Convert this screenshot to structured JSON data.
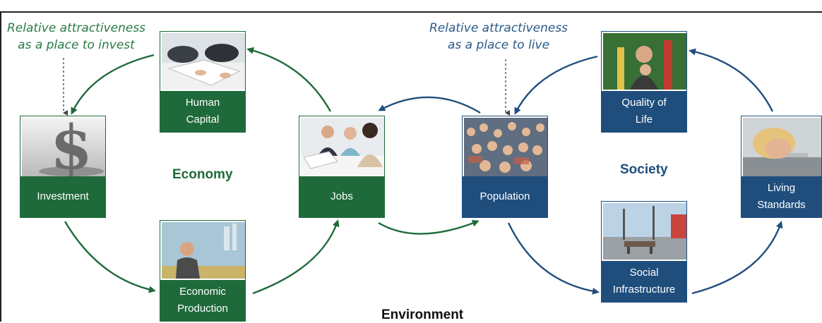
{
  "colors": {
    "economy": "#1f6a3a",
    "society": "#1f4e7d",
    "note_green": "#2a7a45",
    "note_blue": "#2a5a87"
  },
  "annotations": {
    "invest": "Relative attractiveness\nas a place to invest",
    "live": "Relative attractiveness\nas a place to live"
  },
  "sections": {
    "economy": "Economy",
    "society": "Society",
    "environment": "Environment"
  },
  "nodes": {
    "human_capital": "Human\nCapital",
    "investment": "Investment",
    "economic_production": "Economic\nProduction",
    "jobs": "Jobs",
    "population": "Population",
    "quality_of_life": "Quality of\nLife",
    "living_standards": "Living\nStandards",
    "social_infrastructure": "Social\nInfrastructure"
  }
}
